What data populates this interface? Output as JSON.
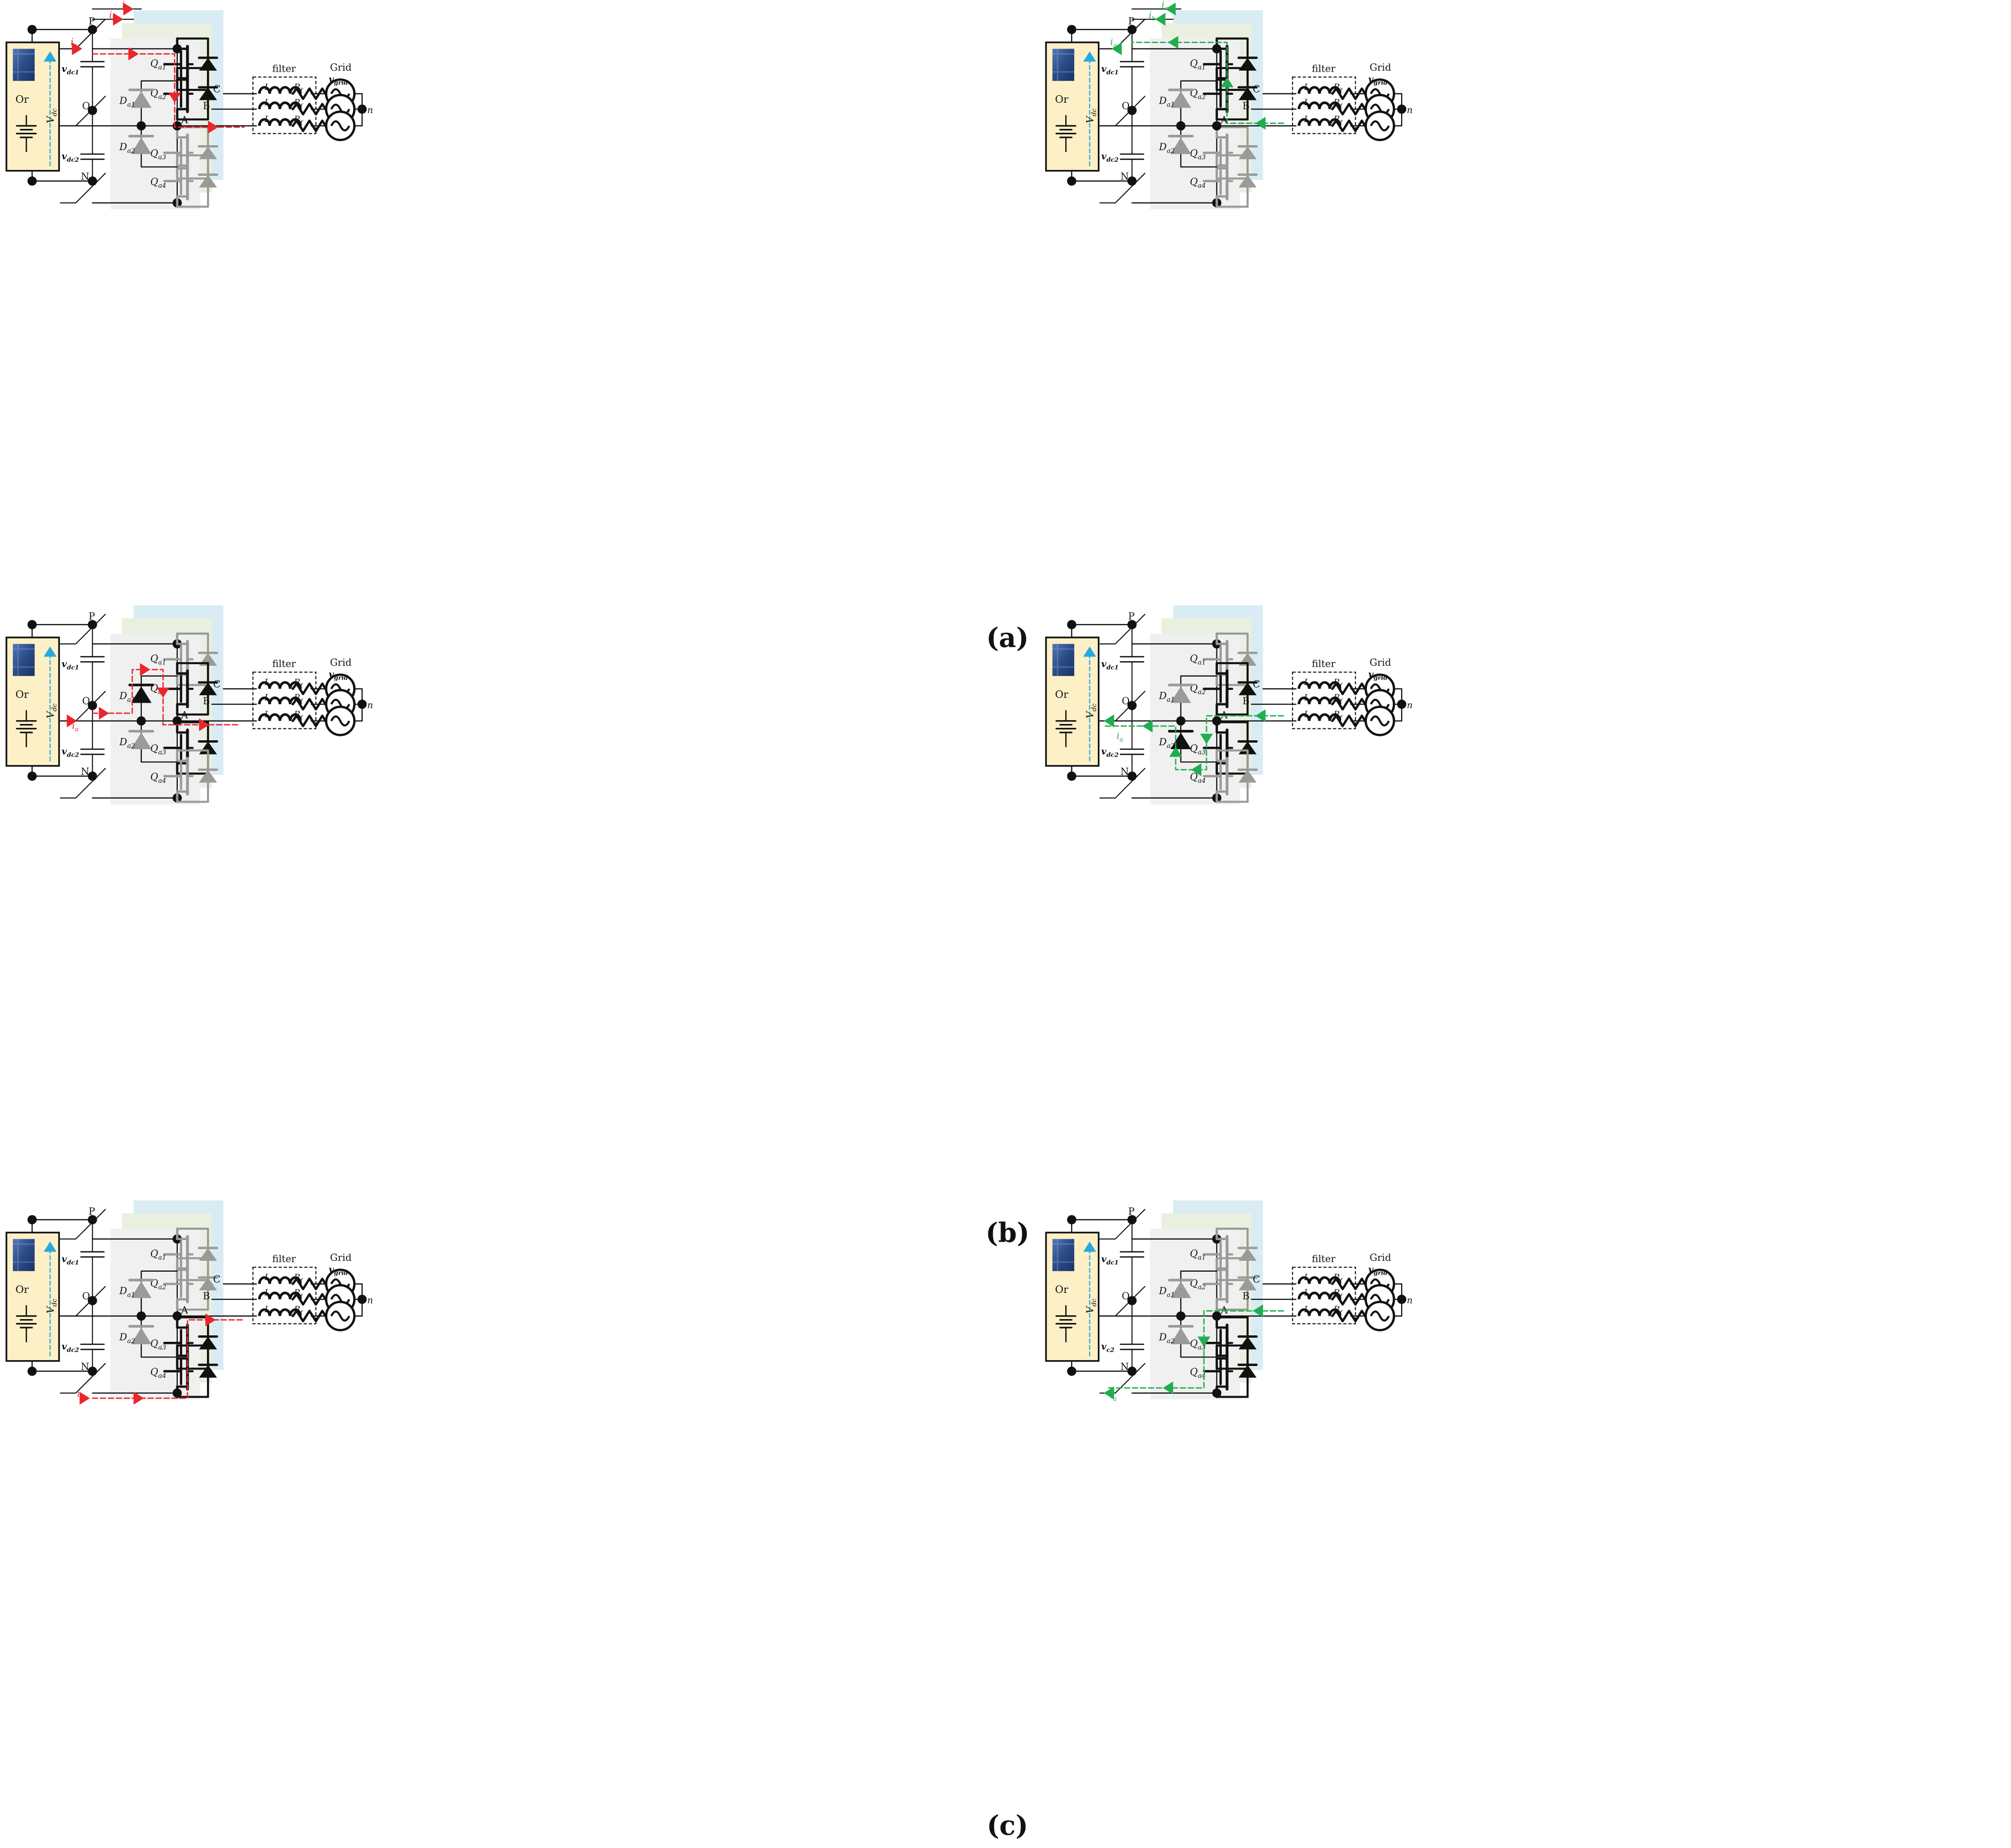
{
  "captions": [
    "(a)",
    "(b)",
    "(c)"
  ],
  "labels": {
    "P": "P",
    "O": "O",
    "N": "N",
    "A": "A",
    "B": "B",
    "C": "C",
    "n": "n",
    "Or": "Or",
    "Vdc": "V",
    "Vdc_sub": "dc",
    "filter": "filter",
    "Grid": "Grid",
    "vgrid": "v",
    "vgrid_sub": "grid",
    "Lf": "L",
    "Lf_sub": "f",
    "Rf": "R",
    "Rf_sub": "f",
    "ia": "i",
    "ia_sub": "a",
    "ib": "i",
    "ib_sub": "b",
    "ic": "i",
    "ic_sub": "c",
    "v": "v",
    "vdc1_sub": "dc1",
    "vdc2_sub": "dc2",
    "vc2_sub": "c2",
    "Q": "Q",
    "Qa1_sub": "a1",
    "Qa2_sub": "a2",
    "Qa3_sub": "a3",
    "Qa4_sub": "a4",
    "D": "D",
    "Da1_sub": "a1",
    "Da2_sub": "a2"
  },
  "panels": [
    {
      "id": "a-left",
      "row": 0,
      "col": 0,
      "flow": "red",
      "path": "P-Q1-Q2-A",
      "phase_currents": true,
      "on": [
        "Qa1",
        "Qa2"
      ],
      "lower_cap_label": "vdc2_sub"
    },
    {
      "id": "a-right",
      "row": 0,
      "col": 1,
      "flow": "green",
      "path": "A-Q2-Q1-P",
      "phase_currents": true,
      "on": [
        "Qa1",
        "Qa2"
      ],
      "lower_cap_label": "vdc2_sub"
    },
    {
      "id": "b-left",
      "row": 1,
      "col": 0,
      "flow": "red",
      "path": "O-D1-Q2-A",
      "phase_currents": false,
      "on": [
        "Qa2",
        "Qa3",
        "Da1"
      ],
      "lower_cap_label": "vdc2_sub"
    },
    {
      "id": "b-right",
      "row": 1,
      "col": 1,
      "flow": "green",
      "path": "A-Q3-D2-O",
      "phase_currents": false,
      "on": [
        "Qa2",
        "Qa3",
        "Da2"
      ],
      "lower_cap_label": "vdc2_sub"
    },
    {
      "id": "c-left",
      "row": 2,
      "col": 0,
      "flow": "red",
      "path": "N-Q4-Q3-A",
      "phase_currents": false,
      "on": [
        "Qa3",
        "Qa4"
      ],
      "lower_cap_label": "vdc2_sub"
    },
    {
      "id": "c-right",
      "row": 2,
      "col": 1,
      "flow": "green",
      "path": "A-Q3-Q4-N",
      "phase_currents": false,
      "on": [
        "Qa3",
        "Qa4"
      ],
      "lower_cap_label": "vc2_sub"
    }
  ],
  "colors": {
    "red": "#e8262b",
    "green": "#1fae4f",
    "blue": "#29a8e0",
    "wire": "#111111",
    "off_device": "#9a9a9a",
    "panel_gray": "#f0f0f0",
    "panel_green": "#e9f0df",
    "panel_blue": "#d9ecf4",
    "source_box": "#fdf0c6",
    "solar_panel": "#2a4b86"
  }
}
